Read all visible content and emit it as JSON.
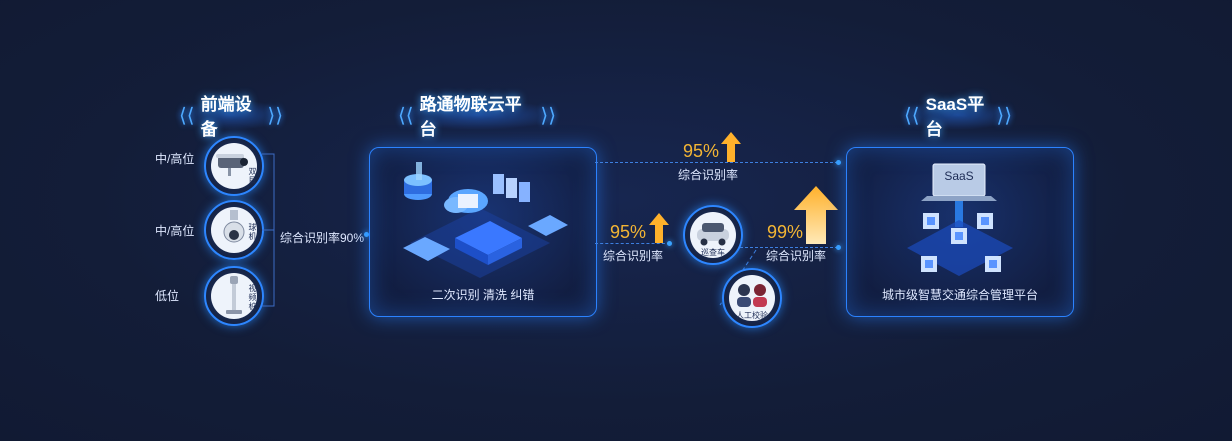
{
  "sections": {
    "frontend": {
      "title": "前端设备",
      "devices": [
        {
          "level": "中/高位",
          "badge": "双目",
          "icon": "bullet-camera-icon"
        },
        {
          "level": "中/高位",
          "badge": "球机",
          "icon": "dome-camera-icon"
        },
        {
          "level": "低位",
          "badge": "视频桩",
          "icon": "video-pile-icon"
        }
      ],
      "rate_text": "综合识别率90%"
    },
    "cloud": {
      "title": "路通物联云平台",
      "caption": "二次识别  清洗  纠错"
    },
    "saas": {
      "title": "SaaS平台",
      "laptop_text": "SaaS",
      "caption": "城市级智慧交通综合管理平台"
    }
  },
  "flows": {
    "top": {
      "pct": "95%",
      "label": "综合识别率"
    },
    "middle": {
      "pct": "95%",
      "label": "综合识别率"
    },
    "right": {
      "pct": "99%",
      "label": "综合识别率"
    }
  },
  "checkers": {
    "patrol": "巡查车",
    "manual": "人工校验"
  },
  "colors": {
    "background": "#131d38",
    "accent": "#2b82ff",
    "percent": "#f3b534",
    "arrow": "#ffb12b"
  }
}
